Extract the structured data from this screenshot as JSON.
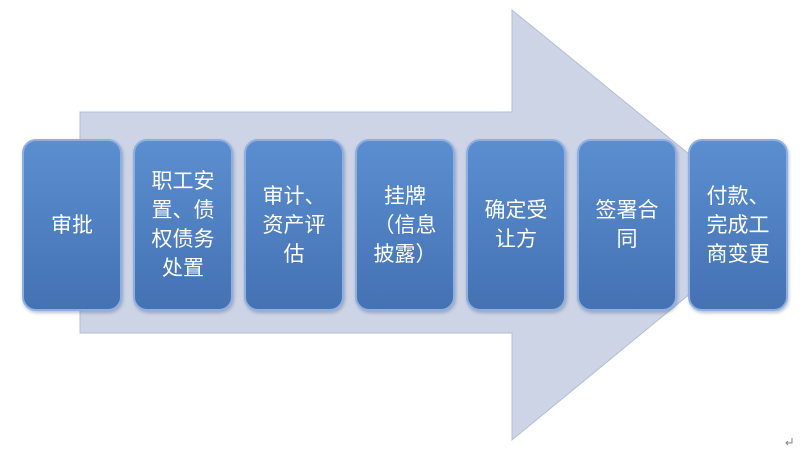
{
  "diagram": {
    "colors": {
      "arrow_fill": "#cdd4e6",
      "box_top": "#5b8ed0",
      "box_bottom": "#4472b3",
      "box_border": "#8fb0de",
      "text": "#ffffff"
    },
    "steps": [
      {
        "label": "审批"
      },
      {
        "label": "职工安\n置、债\n权债务\n处置"
      },
      {
        "label": "审计、\n资产评\n估"
      },
      {
        "label": "挂牌\n（信息\n披露）"
      },
      {
        "label": "确定受\n让方"
      },
      {
        "label": "签署合\n同"
      },
      {
        "label": "付款、\n完成工\n商变更"
      }
    ]
  }
}
